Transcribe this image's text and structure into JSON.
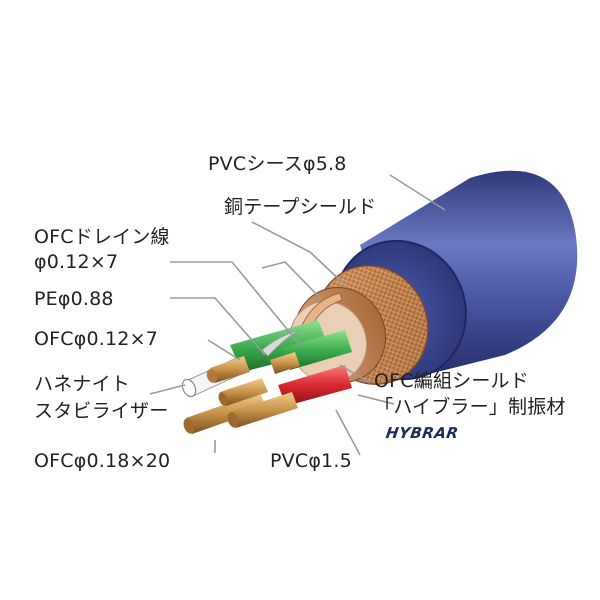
{
  "labels": {
    "pvc_sheath": "PVCシースφ5.8",
    "copper_tape_shield": "銅テープシールド",
    "ofc_drain_wire": "OFCドレイン線",
    "ofc_drain_wire_spec": "φ0.12×7",
    "pe": "PEφ0.88",
    "ofc_small": "OFCφ0.12×7",
    "hanenite_stabilizer_1": "ハネナイト",
    "hanenite_stabilizer_2": "スタビライザー",
    "ofc_large": "OFCφ0.18×20",
    "ofc_braid_shield": "OFC編組シールド",
    "hybrar_damper": "「ハイブラー」制振材",
    "hybrar_logo": "HYBRAR",
    "pvc_insulation": "PVCφ1.5"
  },
  "colors": {
    "sheath": "#4a5aa8",
    "braid": "#c98a55",
    "copper": "#c8934a",
    "green_insulation": "#3fae4f",
    "red_insulation": "#d8282e",
    "leader_line": "#9a9a9a"
  }
}
